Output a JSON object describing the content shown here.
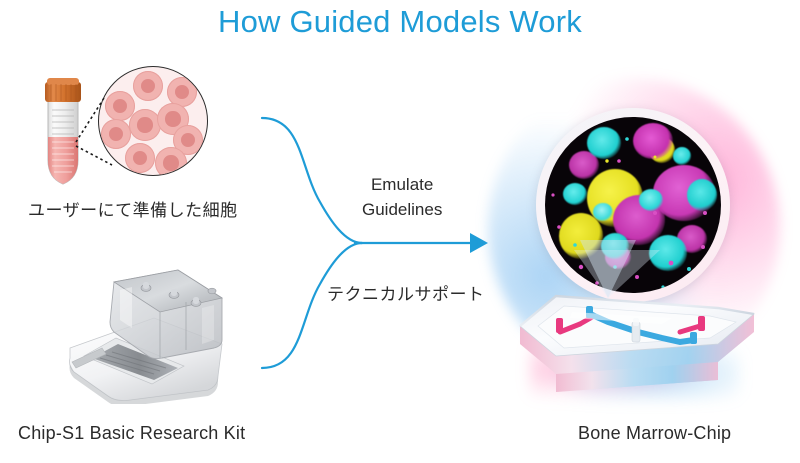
{
  "page": {
    "title": "How Guided Models Work",
    "title_color": "#1e9cd7",
    "background": "#ffffff"
  },
  "left_column": {
    "cells_label": "ユーザーにて準備した細胞",
    "kit_label": "Chip-S1 Basic Research Kit",
    "vial": {
      "name": "centrifuge-tube",
      "cap_color": "#d2712c",
      "liquid_color": "#ef9f9c",
      "body_color": "#f2f2f2"
    },
    "magnified_cells": {
      "name": "magnified-cell-circle",
      "background": "#fceeee",
      "border_color": "#2c2c2c",
      "cell_color": "#f1b3b0",
      "nucleus_color": "#e08a88",
      "cell_count": 9
    },
    "kit_device": {
      "name": "chip-s1-basic-research-kit",
      "body_color": "#f4f5f6",
      "reservoir_color": "#d8dadd"
    }
  },
  "connector": {
    "top_path_label": "Emulate\nGuidelines",
    "top_label_line1": "Emulate",
    "top_label_line2": "Guidelines",
    "bottom_path_label": "テクニカルサポート",
    "arrow_color": "#1e9cd7",
    "arrow_direction": "right"
  },
  "right_column": {
    "chip_label": "Bone Marrow-Chip",
    "microscopy": {
      "name": "fluorescence-microscopy-circle",
      "background": "#080408",
      "fluorophore_colors": [
        "#d94fc4",
        "#2fd8d8",
        "#eae62a"
      ],
      "ring_color": "#f7eef3",
      "glow_colors": [
        "#ff69b4",
        "#5aaaeb"
      ]
    },
    "organ_chip": {
      "name": "bone-marrow-organ-chip",
      "body_color": "#eef1f5",
      "top_channel_color": "#e8397f",
      "bottom_channel_color": "#3ba9e0"
    }
  }
}
